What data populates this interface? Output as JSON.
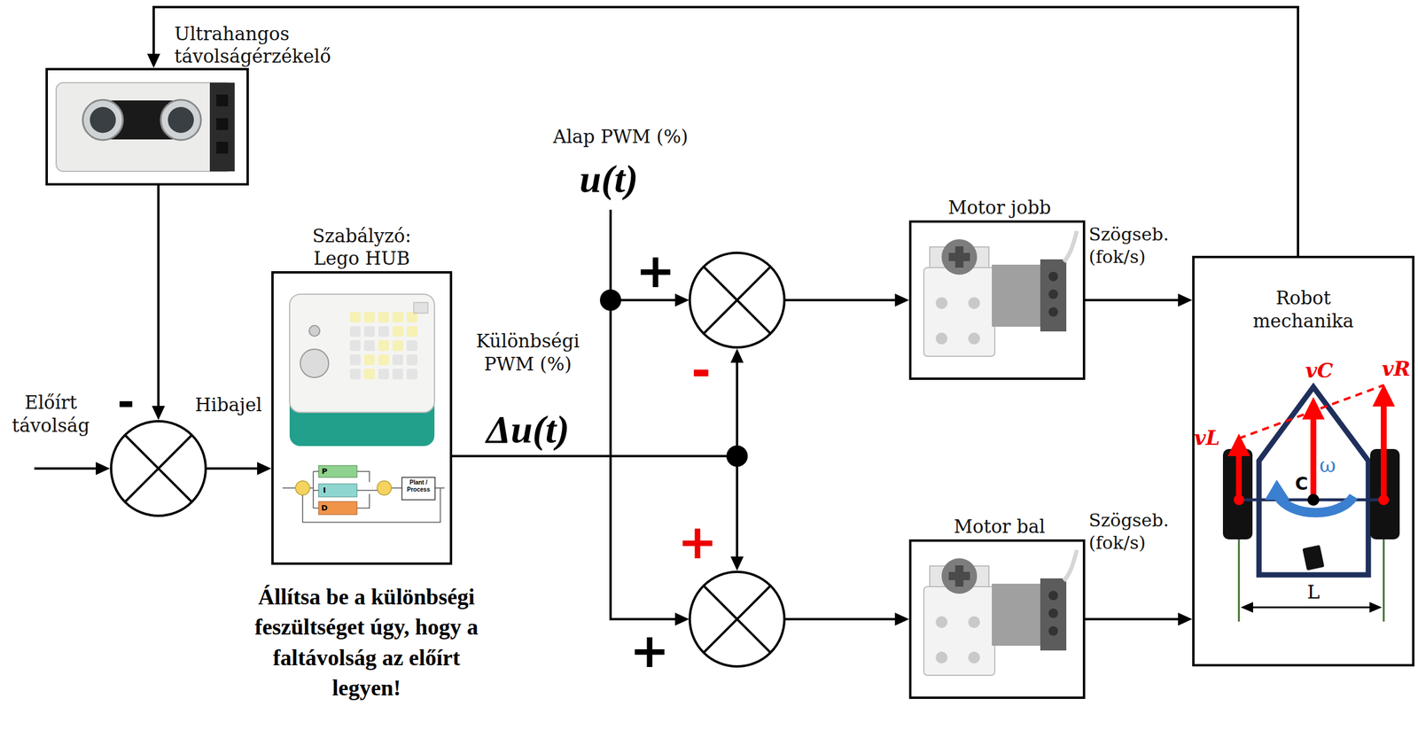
{
  "diagram": {
    "nodes": [
      {
        "text": [
          "Ultrahangos távolságérzékelő"
        ]
      },
      {
        "text": [
          "-"
        ]
      },
      {
        "text": [
          "Szabályzó: Lego HUB"
        ]
      },
      {
        "text": [
          "+",
          "-"
        ]
      },
      {
        "text": [
          "+",
          "+"
        ]
      },
      {
        "text": [
          "Motor jobb"
        ]
      },
      {
        "text": [
          "Motor bal"
        ]
      },
      {
        "text": [
          "Robot mechanika"
        ]
      }
    ],
    "edges": [
      {
        "from": 0,
        "to": 1,
        "arrow": "to"
      },
      {
        "from": 1,
        "to": 2,
        "label": "Hibajel",
        "arrow": "to"
      },
      {
        "from": 2,
        "to": 3,
        "arrow": "to"
      },
      {
        "from": 2,
        "to": 4,
        "arrow": "to"
      },
      {
        "from": 3,
        "to": 5,
        "arrow": "to"
      },
      {
        "from": 4,
        "to": 6,
        "arrow": "to"
      },
      {
        "from": 5,
        "to": 7,
        "label": "Szögseb. (fok/s)",
        "arrow": "to"
      },
      {
        "from": 6,
        "to": 7,
        "label": "Szögseb. (fok/s)",
        "arrow": "to"
      },
      {
        "from": 7,
        "to": 0,
        "arrow": "to"
      }
    ],
    "labels": [
      "Előírt távolság",
      "Alap PWM (%)",
      "u(t)",
      "Különbségi PWM (%)",
      "Δu(t)",
      "Állítsa be a különbségi feszültséget úgy, hogy a faltávolság az előírt legyen!",
      "vC",
      "vR",
      "vL",
      "ω",
      "C",
      "L",
      "P",
      "I",
      "D",
      "Plant / Process"
    ]
  }
}
